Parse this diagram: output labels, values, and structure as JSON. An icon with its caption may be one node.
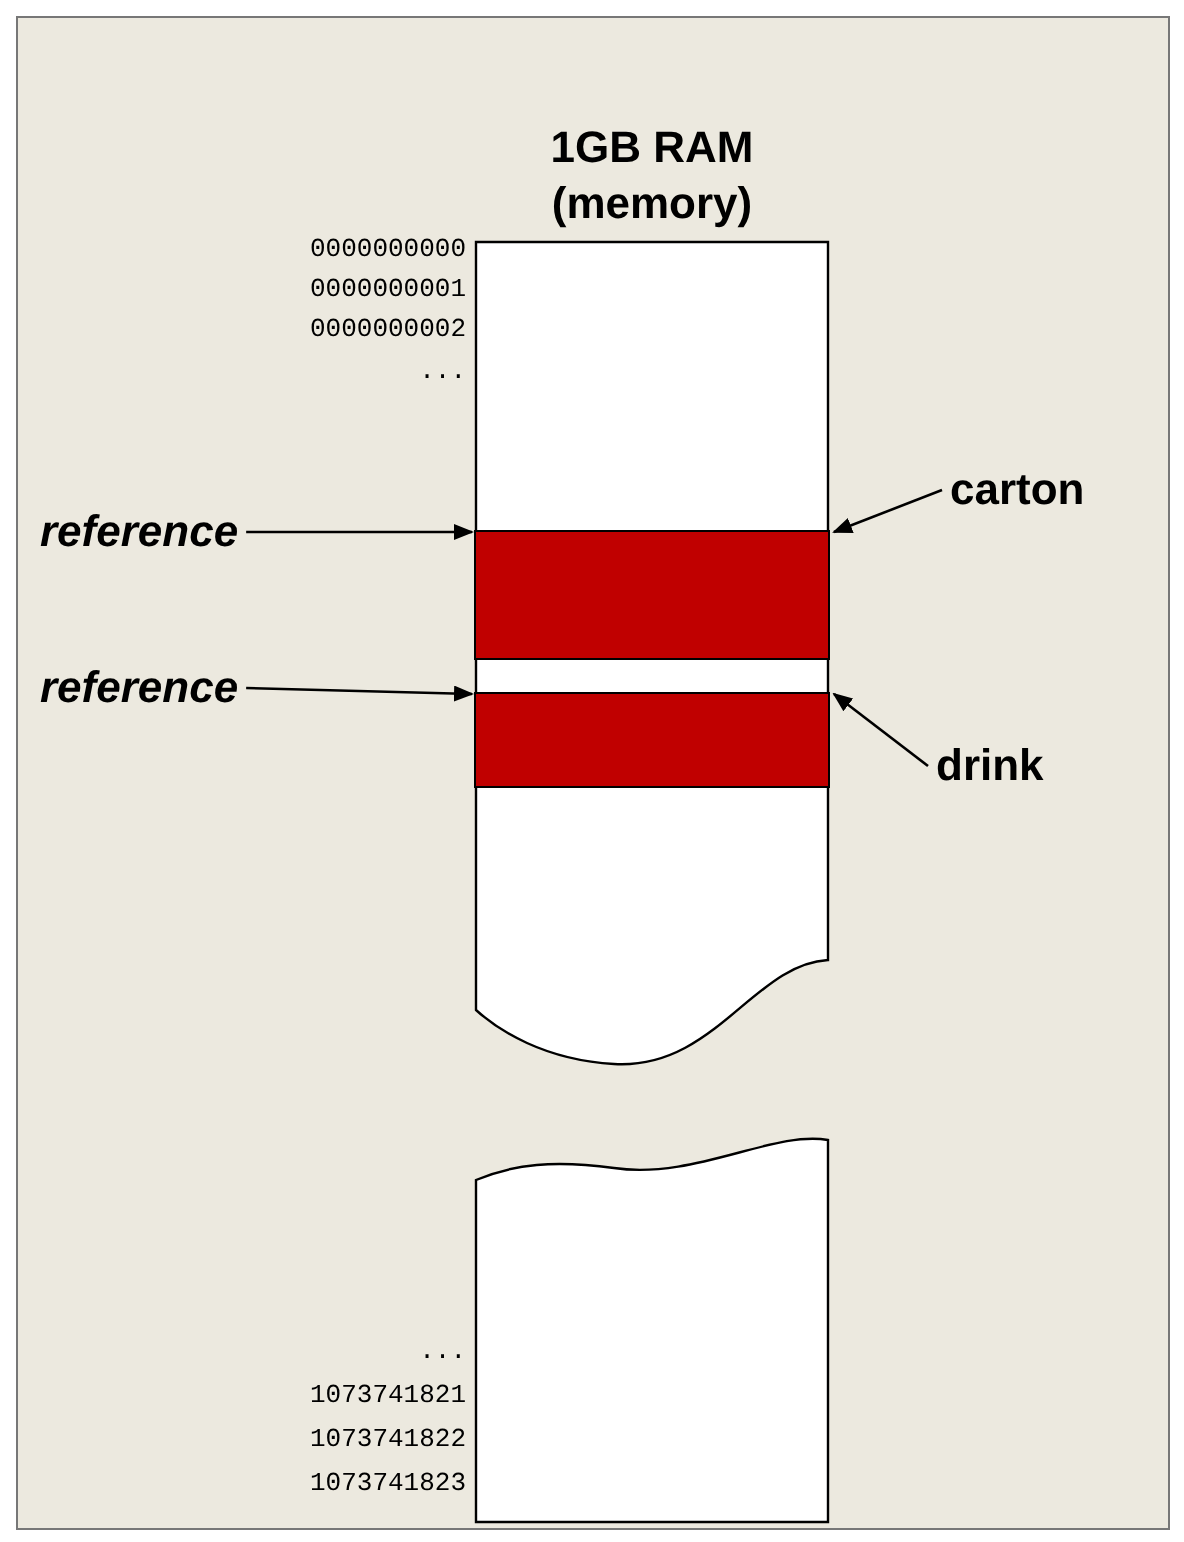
{
  "diagram": {
    "nodes": [
      {
        "text": [
          "1GB RAM (memory)"
        ]
      },
      {
        "text": [],
        "shape": "bar",
        "in": 0
      },
      {
        "text": [],
        "shape": "bar",
        "in": 0
      },
      {
        "text": [
          "reference"
        ]
      },
      {
        "text": [
          "reference"
        ]
      },
      {
        "text": [
          "carton"
        ]
      },
      {
        "text": [
          "drink"
        ]
      },
      {
        "text": [],
        "shape": "box"
      }
    ],
    "edges": [
      {
        "from": 3,
        "to": 1,
        "arrow": "to"
      },
      {
        "from": 4,
        "to": 2,
        "arrow": "to"
      },
      {
        "from": 5,
        "to": 1,
        "arrow": "to"
      },
      {
        "from": 6,
        "to": 2,
        "arrow": "to"
      }
    ],
    "labels": [
      "0000000000",
      "0000000001",
      "0000000002",
      "...",
      "...",
      "1073741821",
      "1073741822",
      "1073741823"
    ]
  }
}
